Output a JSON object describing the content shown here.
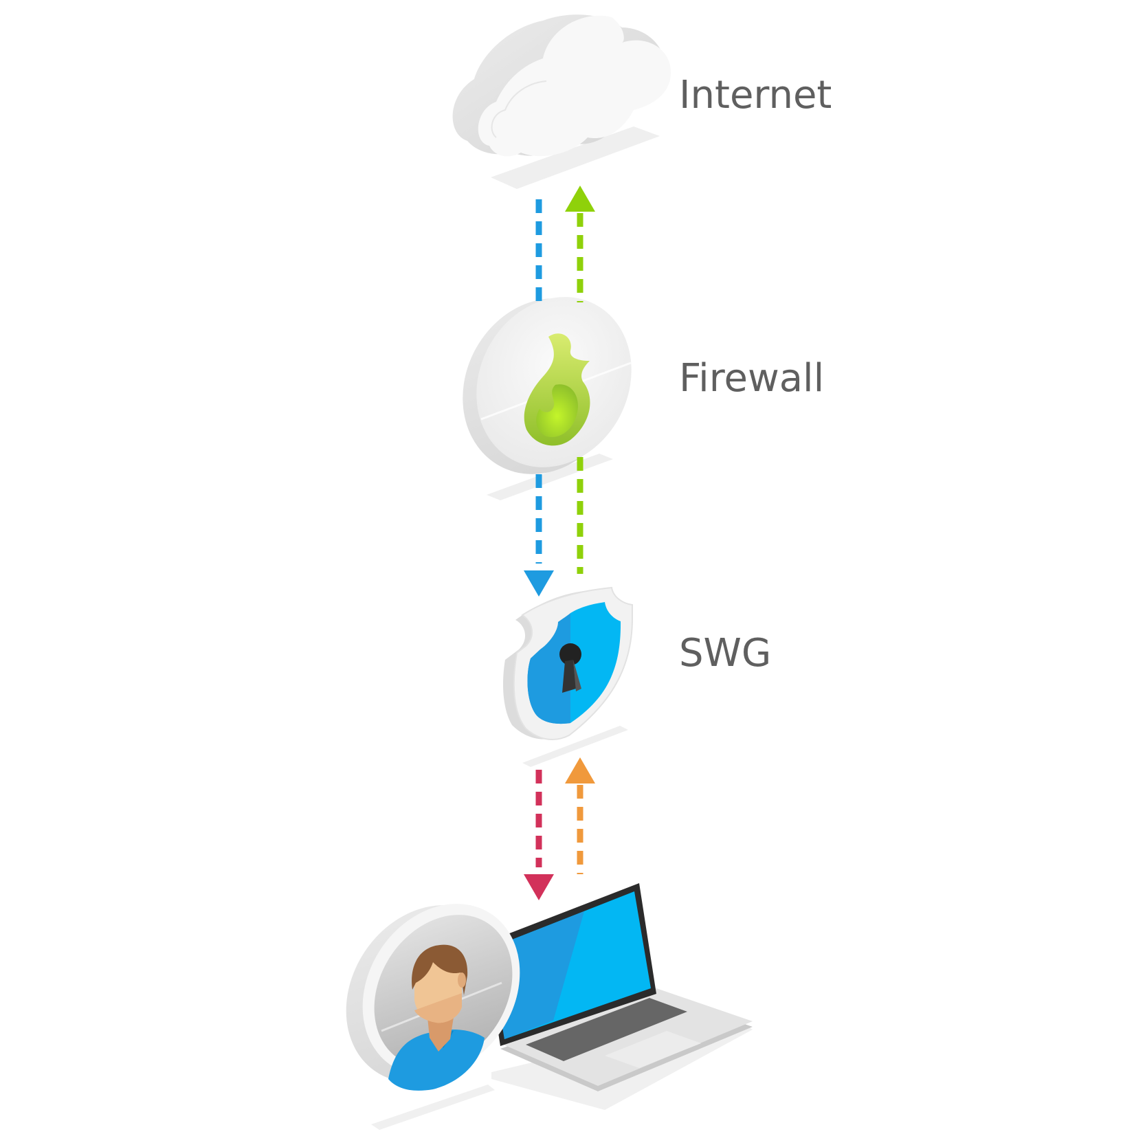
{
  "nodes": {
    "internet": {
      "label": "Internet",
      "icon": "cloud-icon"
    },
    "firewall": {
      "label": "Firewall",
      "icon": "flame-icon"
    },
    "swg": {
      "label": "SWG",
      "icon": "shield-keyhole-icon"
    },
    "user": {
      "icon": "user-laptop-icon"
    }
  },
  "flows": [
    {
      "from": "internet",
      "to": "swg",
      "direction": "down",
      "color": "#1e9be0"
    },
    {
      "from": "swg",
      "to": "internet",
      "direction": "up",
      "color": "#8fd10a"
    },
    {
      "from": "swg",
      "to": "user",
      "direction": "down",
      "color": "#d2315a"
    },
    {
      "from": "user",
      "to": "swg",
      "direction": "up",
      "color": "#f0993c"
    }
  ],
  "colors": {
    "label_text": "#5f5f5f",
    "platform": "#f0f0f0",
    "screen_blue": "#03b7f3",
    "screen_dark_blue": "#1e9be0"
  }
}
